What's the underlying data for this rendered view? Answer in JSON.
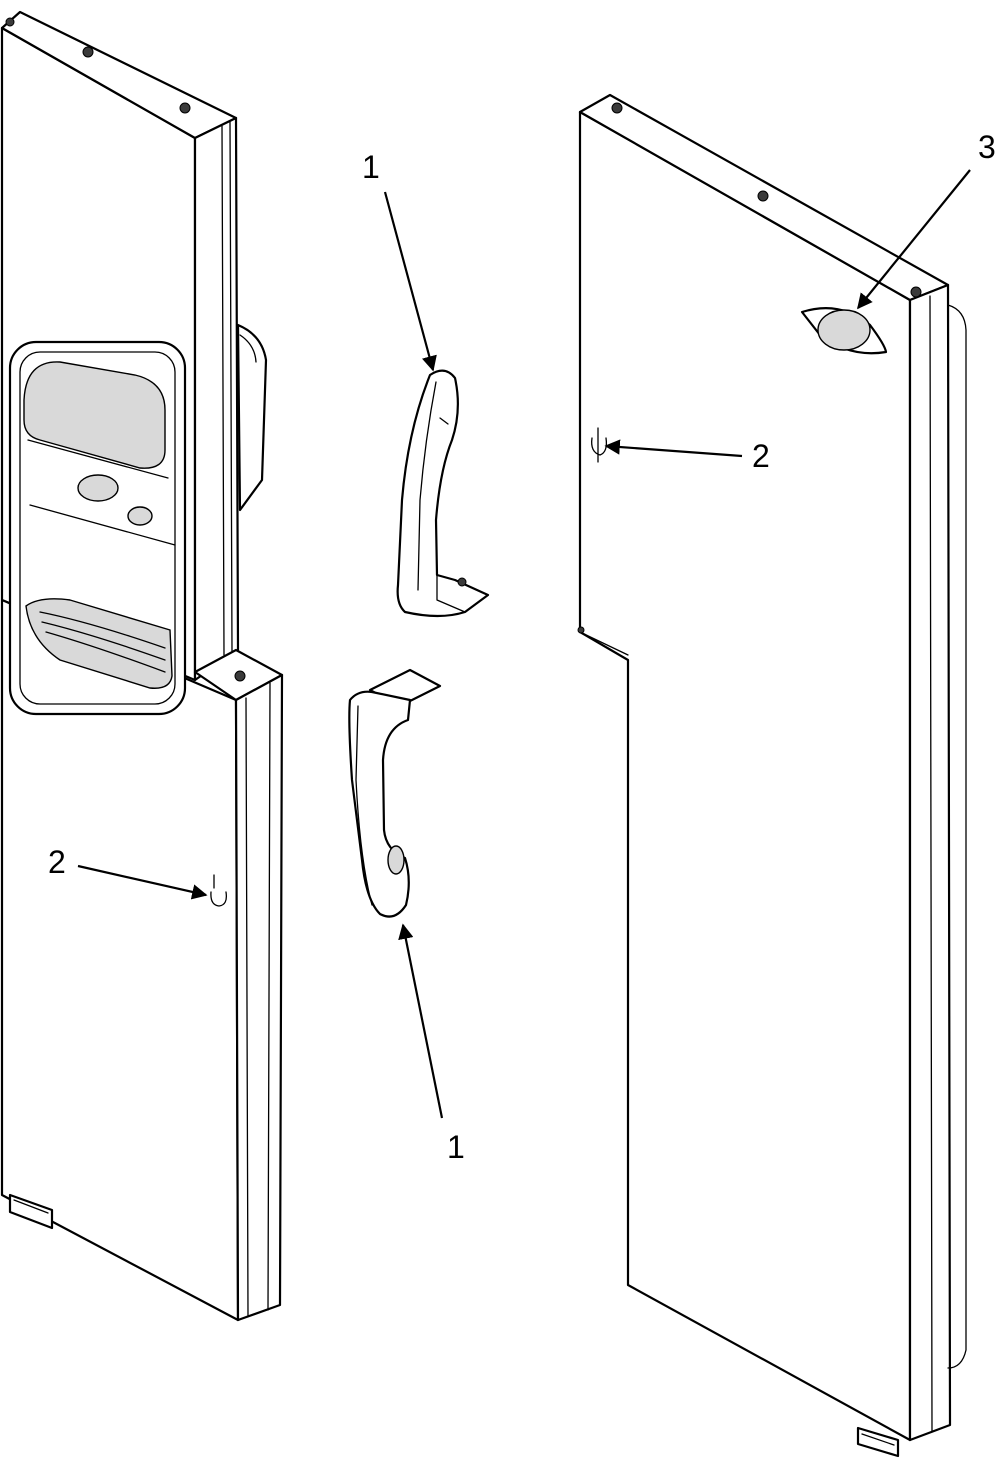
{
  "callouts": [
    {
      "id": "handle-upper",
      "label": "1"
    },
    {
      "id": "handle-lower",
      "label": "1"
    },
    {
      "id": "plug-left",
      "label": "2"
    },
    {
      "id": "plug-right",
      "label": "2"
    },
    {
      "id": "plate",
      "label": "3"
    }
  ],
  "colors": {
    "line": "#000000",
    "shade": "#d9d9d9",
    "dark": "#8c8c8c",
    "background": "#ffffff"
  }
}
